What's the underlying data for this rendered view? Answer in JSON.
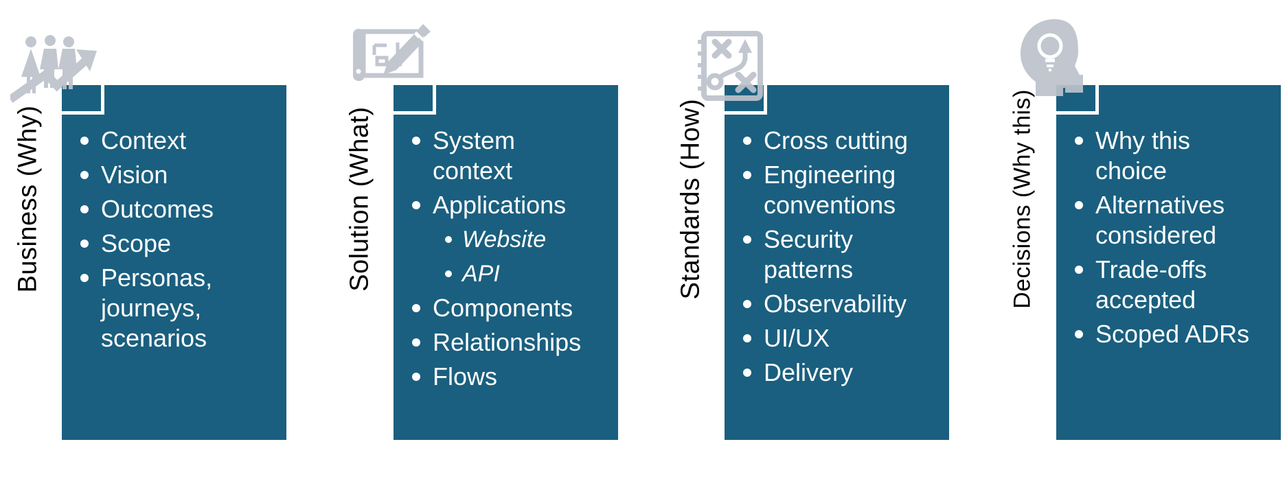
{
  "colors": {
    "panel_fill": "#1A5F7F",
    "icon_gray": "#BCC2CC",
    "label_text": "#000000",
    "bullet_text": "#FFFFFF",
    "notch_stroke": "#FFFFFF"
  },
  "panels": [
    {
      "label": "Business (Why)",
      "icon": "people-growth-icon",
      "bullets": [
        {
          "text": "Context",
          "sub": false,
          "italic": false
        },
        {
          "text": "Vision",
          "sub": false,
          "italic": false
        },
        {
          "text": "Outcomes",
          "sub": false,
          "italic": false
        },
        {
          "text": "Scope",
          "sub": false,
          "italic": false
        },
        {
          "text": "Personas,\njourneys,\nscenarios",
          "sub": false,
          "italic": false
        }
      ]
    },
    {
      "label": "Solution (What)",
      "icon": "blueprint-pencil-icon",
      "bullets": [
        {
          "text": "System\ncontext",
          "sub": false,
          "italic": false
        },
        {
          "text": "Applications",
          "sub": false,
          "italic": false
        },
        {
          "text": "Website",
          "sub": true,
          "italic": true
        },
        {
          "text": "API",
          "sub": true,
          "italic": true
        },
        {
          "text": "Components",
          "sub": false,
          "italic": false
        },
        {
          "text": "Relationships",
          "sub": false,
          "italic": false
        },
        {
          "text": "Flows",
          "sub": false,
          "italic": false
        }
      ]
    },
    {
      "label": "Standards (How)",
      "icon": "strategy-playbook-icon",
      "bullets": [
        {
          "text": "Cross cutting",
          "sub": false,
          "italic": false
        },
        {
          "text": "Engineering\nconventions",
          "sub": false,
          "italic": false
        },
        {
          "text": "Security\npatterns",
          "sub": false,
          "italic": false
        },
        {
          "text": "Observability",
          "sub": false,
          "italic": false
        },
        {
          "text": "UI/UX",
          "sub": false,
          "italic": false
        },
        {
          "text": "Delivery",
          "sub": false,
          "italic": false
        }
      ]
    },
    {
      "label": "Decisions (Why this)",
      "icon": "head-lightbulb-icon",
      "bullets": [
        {
          "text": "Why this\nchoice",
          "sub": false,
          "italic": false
        },
        {
          "text": "Alternatives\nconsidered",
          "sub": false,
          "italic": false
        },
        {
          "text": "Trade-offs\naccepted",
          "sub": false,
          "italic": false
        },
        {
          "text": "Scoped ADRs",
          "sub": false,
          "italic": false
        }
      ]
    }
  ]
}
